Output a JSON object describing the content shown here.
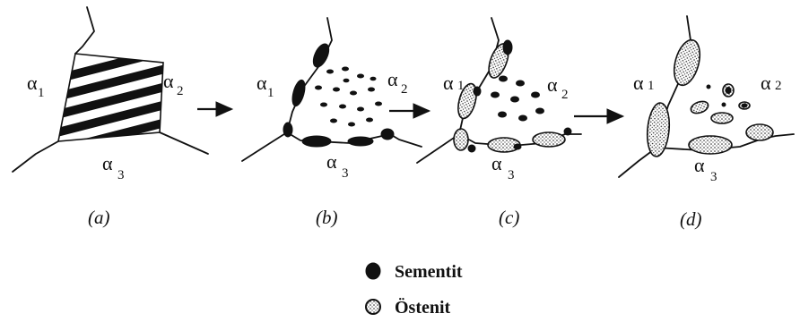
{
  "panels": [
    {
      "caption": "(a)",
      "labels": {
        "a1": "α",
        "a1s": "1",
        "a2": "α",
        "a2s": "2",
        "a3": "α",
        "a3s": "3"
      }
    },
    {
      "caption": "(b)",
      "labels": {
        "a1": "α",
        "a1s": "1",
        "a2": "α",
        "a2s": "2",
        "a3": "α",
        "a3s": "3"
      }
    },
    {
      "caption": "(c)",
      "labels": {
        "a1": "α",
        "a1s": "1",
        "a2": "α",
        "a2s": "2",
        "a3": "α",
        "a3s": "3"
      }
    },
    {
      "caption": "(d)",
      "labels": {
        "a1": "α",
        "a1s": "1",
        "a2": "α",
        "a2s": "2",
        "a3": "α",
        "a3s": "3"
      }
    }
  ],
  "legend": {
    "cementite_label": "Sementit",
    "austenite_label": "Östenit"
  },
  "colors": {
    "ink": "#111111",
    "background": "#ffffff"
  }
}
